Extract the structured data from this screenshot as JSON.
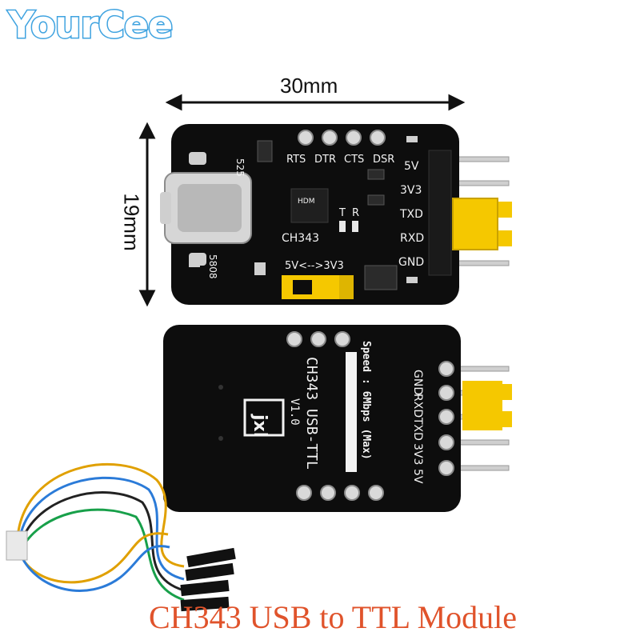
{
  "brand": {
    "logo_text": "YourCee",
    "color": "#3fa3e0"
  },
  "dimensions": {
    "width_label": "30mm",
    "height_label": "19mm"
  },
  "caption": {
    "text": "CH343 USB to TTL Module",
    "color": "#e0532b"
  },
  "front_board": {
    "usb_code_top": "525",
    "usb_code_bottom": "5808",
    "chip_label": "CH343",
    "chip_marking": "HDM",
    "top_pins": [
      "RTS",
      "DTR",
      "CTS",
      "DSR"
    ],
    "side_pins": [
      "5V",
      "3V3",
      "TXD",
      "RXD",
      "GND"
    ],
    "led_labels": [
      "T",
      "R"
    ],
    "voltage_switch_label": "5V<-->3V3"
  },
  "back_board": {
    "side_pins": [
      "GND",
      "RXD",
      "TXD",
      "3V3",
      "5V"
    ],
    "version": "V1.0",
    "title": "CH343 USB-TTL",
    "speed": "Speed : 6Mbps (Max)",
    "logo_mark": "jxl"
  },
  "colors": {
    "pcb": "#0d0d0d",
    "header_yellow": "#f5c800",
    "pad": "#d9d9d9"
  }
}
